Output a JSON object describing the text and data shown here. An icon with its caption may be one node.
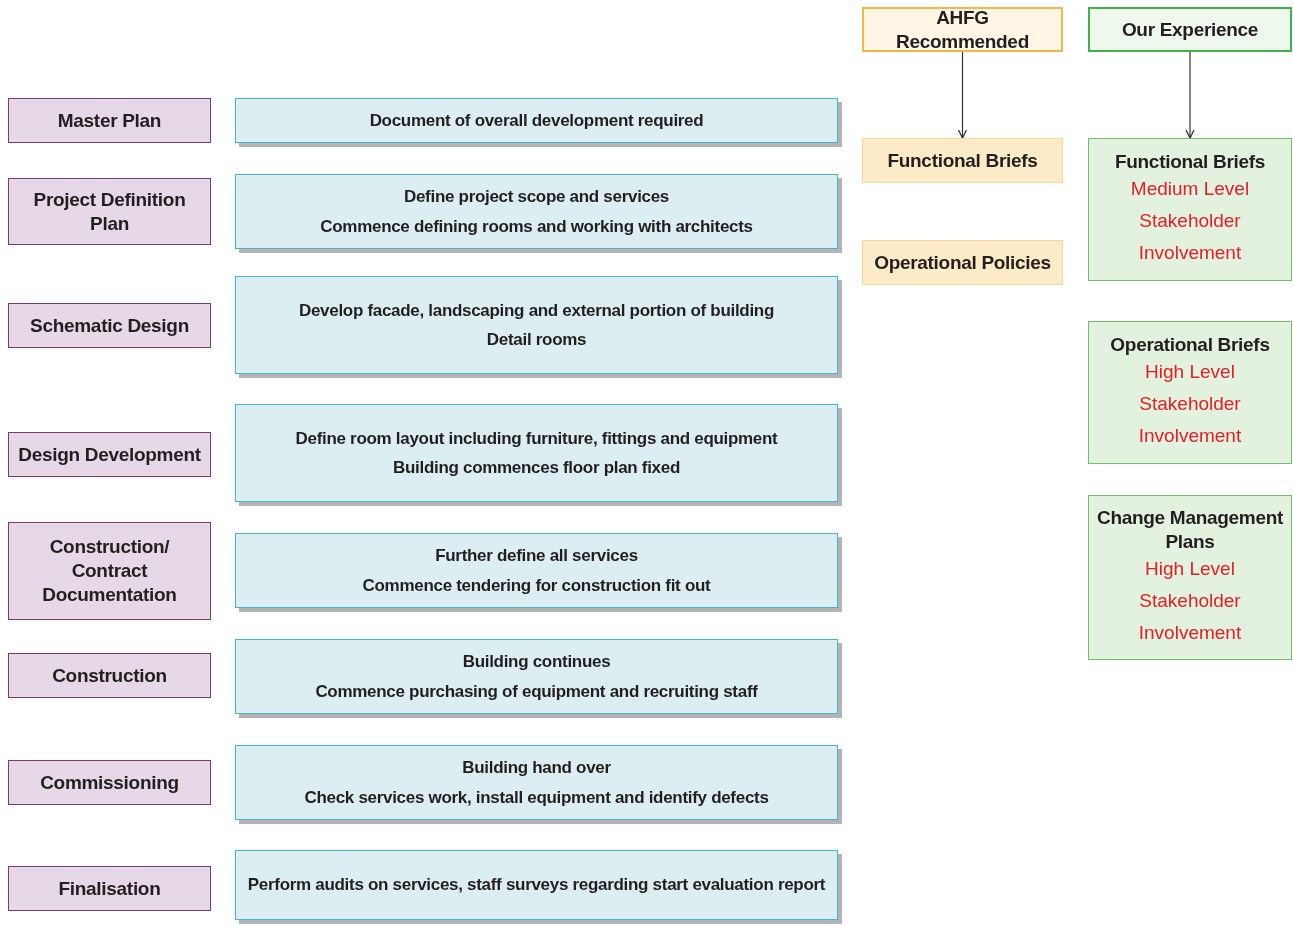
{
  "diagram": {
    "nodes": [
      {
        "text": [
          "AHFG Recommended"
        ]
      },
      {
        "text": [
          "Our Experience"
        ]
      },
      {
        "text": [
          "Master Plan"
        ]
      },
      {
        "text": [
          "Document of overall development required"
        ]
      },
      {
        "text": [
          "Project Definition Plan"
        ]
      },
      {
        "text": [
          "Define project scope and services",
          "Commence defining rooms and working with architects"
        ]
      },
      {
        "text": [
          "Schematic Design"
        ]
      },
      {
        "text": [
          "Develop facade, landscaping and external portion of building",
          "Detail rooms"
        ]
      },
      {
        "text": [
          "Design Development"
        ]
      },
      {
        "text": [
          "Define room layout including furniture, fittings and equipment",
          "Building commences floor plan fixed"
        ]
      },
      {
        "text": [
          "Construction/ Contract Documentation"
        ]
      },
      {
        "text": [
          "Further define all services",
          "Commence tendering for construction fit out"
        ]
      },
      {
        "text": [
          "Construction"
        ]
      },
      {
        "text": [
          "Building continues",
          "Commence purchasing of equipment and recruiting staff"
        ]
      },
      {
        "text": [
          "Commissioning"
        ]
      },
      {
        "text": [
          "Building hand over",
          "Check services work, install equipment and identify defects"
        ]
      },
      {
        "text": [
          "Finalisation"
        ]
      },
      {
        "text": [
          "Perform audits on services, staff surveys regarding start evaluation report"
        ]
      },
      {
        "text": [
          "Functional Briefs"
        ]
      },
      {
        "text": [
          "Operational Policies"
        ]
      },
      {
        "text": [
          "Functional Briefs",
          "Medium Level Stakeholder Involvement"
        ]
      },
      {
        "text": [
          "Operational Briefs",
          "High Level Stakeholder Involvement"
        ]
      },
      {
        "text": [
          "Change Management Plans",
          "High Level Stakeholder Involvement"
        ]
      }
    ],
    "edges": [
      {
        "from": 0,
        "to": 18,
        "arrow": "to"
      },
      {
        "from": 1,
        "to": 20,
        "arrow": "to"
      }
    ]
  }
}
